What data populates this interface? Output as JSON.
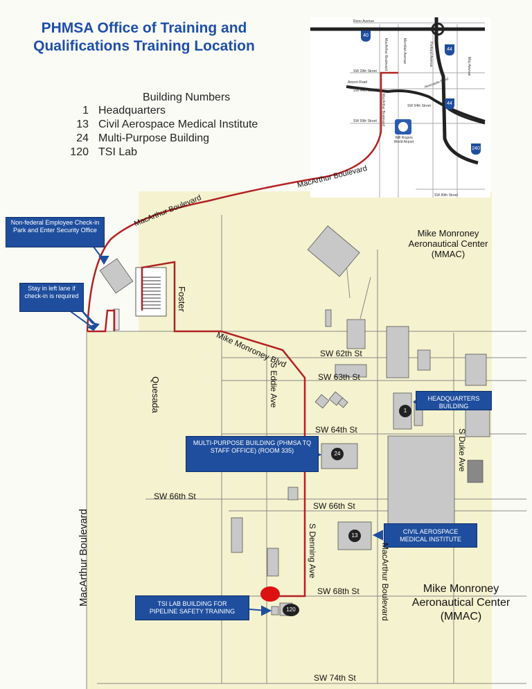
{
  "title": {
    "line1": "PHMSA Office of Training and",
    "line2": "Qualifications Training Location"
  },
  "building_numbers": {
    "heading": "Building Numbers",
    "items": [
      {
        "num": "1",
        "name": "Headquarters"
      },
      {
        "num": "13",
        "name": "Civil Aerospace Medical Institute"
      },
      {
        "num": "24",
        "name": "Multi-Purpose Building"
      },
      {
        "num": "120",
        "name": "TSI Lab"
      }
    ]
  },
  "callouts": {
    "checkin": "Non-federal Employee Check-in Park and Enter Security Office",
    "left_lane": "Stay in left lane if check-in is required",
    "hq": "HEADQUARTERS BUILDING",
    "multi": "MULTI-PURPOSE BUILDING (PHMSA TQ STAFF OFFICE) (ROOM 335)",
    "cami": "CIVIL AEROSPACE MEDICAL INSTITUTE",
    "tsi": "TSI LAB BUILDING FOR PIPELINE SAFETY TRAINING"
  },
  "streets": {
    "macarthur_top": "MacArthur Boulevard",
    "macarthur_curve": "MacArthur Boulevard",
    "macarthur_left": "MacArthur Boulevard",
    "macarthur_right": "MacArthur Boulevard",
    "foster": "Foster",
    "monroney_blvd": "Mike Monroney Blvd",
    "sw62": "SW 62th St",
    "sw63": "SW 63th St",
    "sw64": "SW 64th St",
    "sw66a": "SW 66th St",
    "sw66b": "SW 66th St",
    "sw68": "SW 68th St",
    "sw74": "SW 74th St",
    "quesada": "Quesada",
    "eddie": "S Eddie Ave",
    "duke": "S Duke Ave",
    "denning": "S Denning Ave"
  },
  "mmac_top": {
    "line1": "Mike Monroney",
    "line2": "Aeronautical Center",
    "line3": "(MMAC)"
  },
  "mmac_bottom": {
    "line1": "Mike Monroney",
    "line2": "Aeronautical Center",
    "line3": "(MMAC)"
  },
  "badges": {
    "b1": "1",
    "b24": "24",
    "b13": "13",
    "b120": "120"
  },
  "inset": {
    "reno": "Reno Avenue",
    "sw29": "SW 29th Street",
    "airport_rd": "Airport Road",
    "sw44": "SW 44th Street",
    "sw54": "SW 54th Street",
    "sw59": "SW 59th Street",
    "sw89": "SW 89th Street",
    "airport_name": "Will Rogers World Airport",
    "interstates": [
      "40",
      "44",
      "44",
      "240"
    ],
    "meridian": "Meridian Avenue",
    "portland": "Portland Avenue",
    "may": "May Avenue",
    "macarthur": "MacArthur Boulevard",
    "macarthur2": "MacArthur Boulevard",
    "newcastle": "Newcastle Road",
    "i44": "I-44"
  }
}
